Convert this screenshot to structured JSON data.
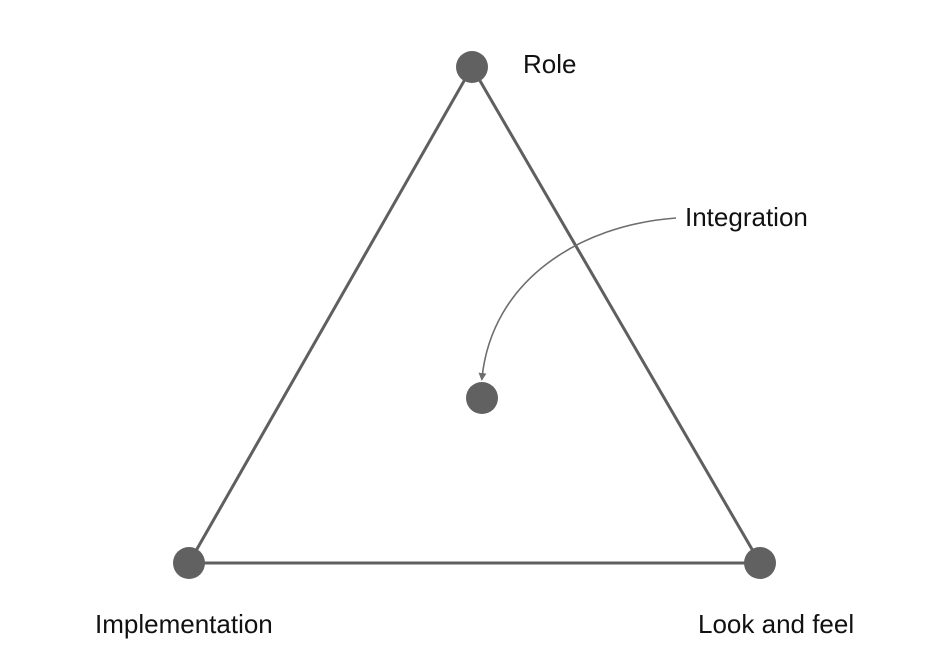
{
  "diagram": {
    "labels": {
      "role": "Role",
      "integration": "Integration",
      "implementation": "Implementation",
      "look_and_feel": "Look and feel"
    },
    "colors": {
      "node": "#616161",
      "edge": "#5f5f5f",
      "arrow": "#6e6e6e",
      "text": "#111111"
    }
  }
}
